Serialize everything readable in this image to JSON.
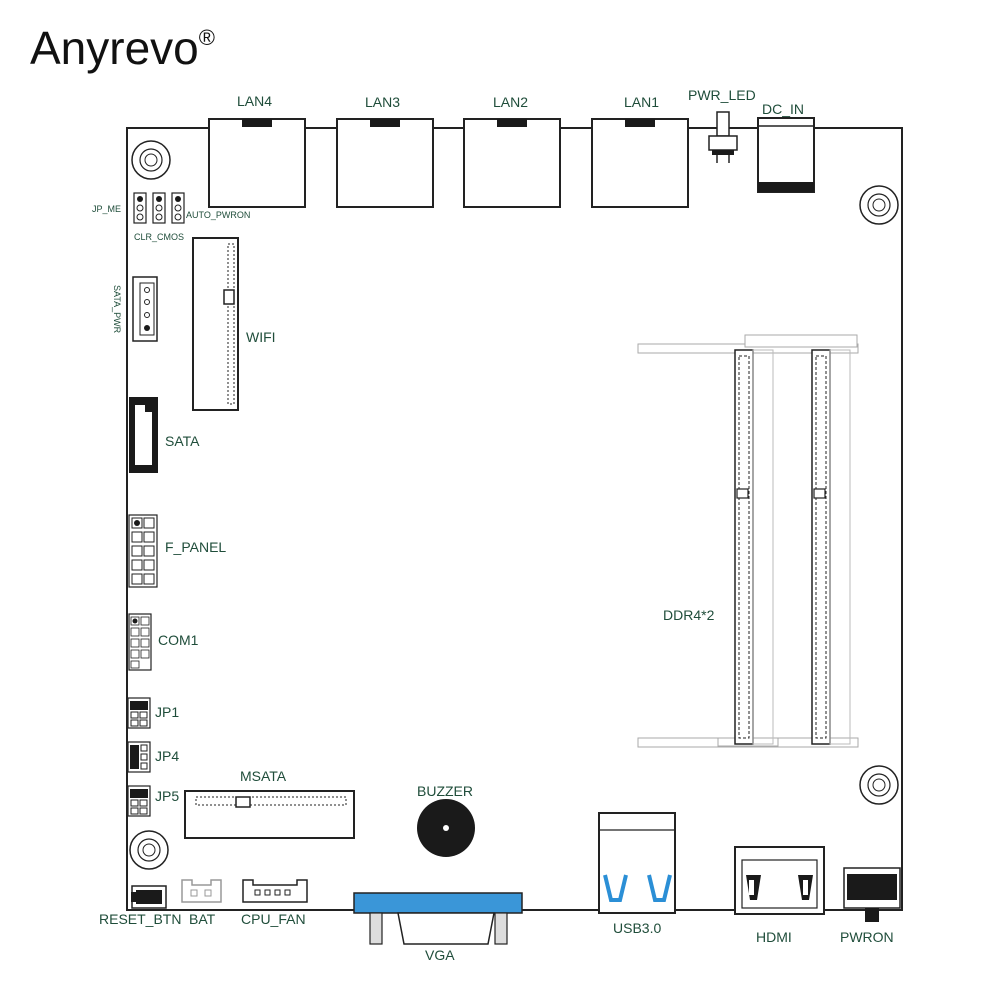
{
  "brand": {
    "name": "Anyrevo",
    "mark": "®"
  },
  "labels": {
    "lan4": "LAN4",
    "lan3": "LAN3",
    "lan2": "LAN2",
    "lan1": "LAN1",
    "pwr_led": "PWR_LED",
    "dc_in": "DC_IN",
    "jp_me": "JP_ME",
    "clr_cmos": "CLR_CMOS",
    "auto_pwron": "AUTO_PWRON",
    "sata_pwr": "SATA_PWR",
    "wifi": "WIFI",
    "sata": "SATA",
    "f_panel": "F_PANEL",
    "com1": "COM1",
    "jp1": "JP1",
    "jp4": "JP4",
    "jp5": "JP5",
    "msata": "MSATA",
    "buzzer": "BUZZER",
    "ddr4": "DDR4*2",
    "reset_btn": "RESET_BTN",
    "bat": "BAT",
    "cpu_fan": "CPU_FAN",
    "vga": "VGA",
    "usb3": "USB3.0",
    "hdmi": "HDMI",
    "pwron": "PWRON"
  },
  "colors": {
    "board_line": "#222222",
    "label": "#1f4d3a",
    "usb_accent": "#2b8fd6",
    "vga_accent": "#3a96d8",
    "connector_fill": "#1a1a1a"
  }
}
